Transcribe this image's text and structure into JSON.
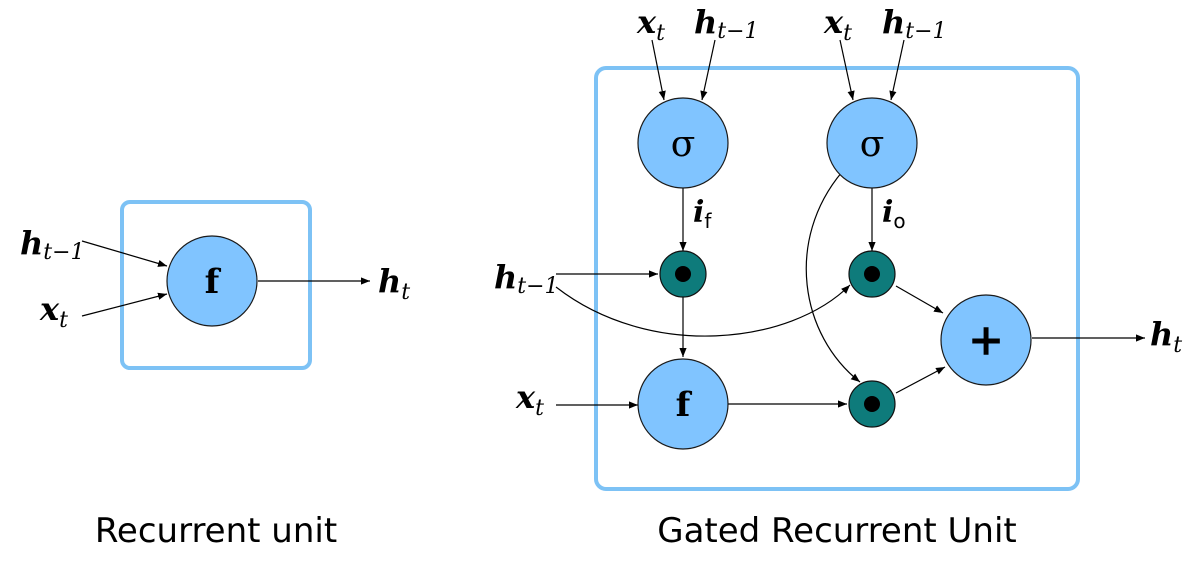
{
  "captions": {
    "left": "Recurrent unit",
    "right": "Gated Recurrent Unit"
  },
  "symbols": {
    "h": "h",
    "x": "x",
    "sub_t": "t",
    "sub_t_minus_1": "t−1",
    "activation": "f",
    "sigmoid": "σ",
    "plus": "+",
    "gate_i": "i",
    "sub_f": "f",
    "sub_o": "o"
  },
  "colors": {
    "node_fill": "#80c4ff",
    "gate_fill": "#0e7b7b",
    "box_stroke": "#7dc2f5"
  }
}
